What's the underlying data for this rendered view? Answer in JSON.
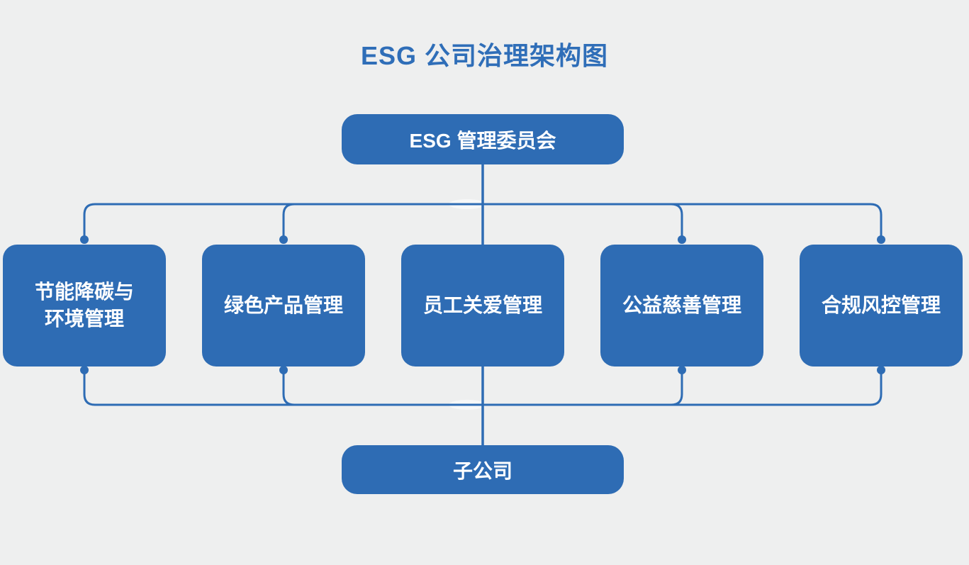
{
  "title": "ESG 公司治理架构图",
  "colors": {
    "background": "#EEEFEF",
    "node_fill": "#2E6CB4",
    "node_text": "#FFFFFF",
    "line": "#2E6CB4",
    "title_text": "#2F6EB8"
  },
  "nodes": {
    "root": {
      "label": "ESG 管理委员会"
    },
    "departments": [
      {
        "label": "节能降碳与\n环境管理"
      },
      {
        "label": "绿色产品管理"
      },
      {
        "label": "员工关爱管理"
      },
      {
        "label": "公益慈善管理"
      },
      {
        "label": "合规风控管理"
      }
    ],
    "bottom": {
      "label": "子公司"
    }
  }
}
